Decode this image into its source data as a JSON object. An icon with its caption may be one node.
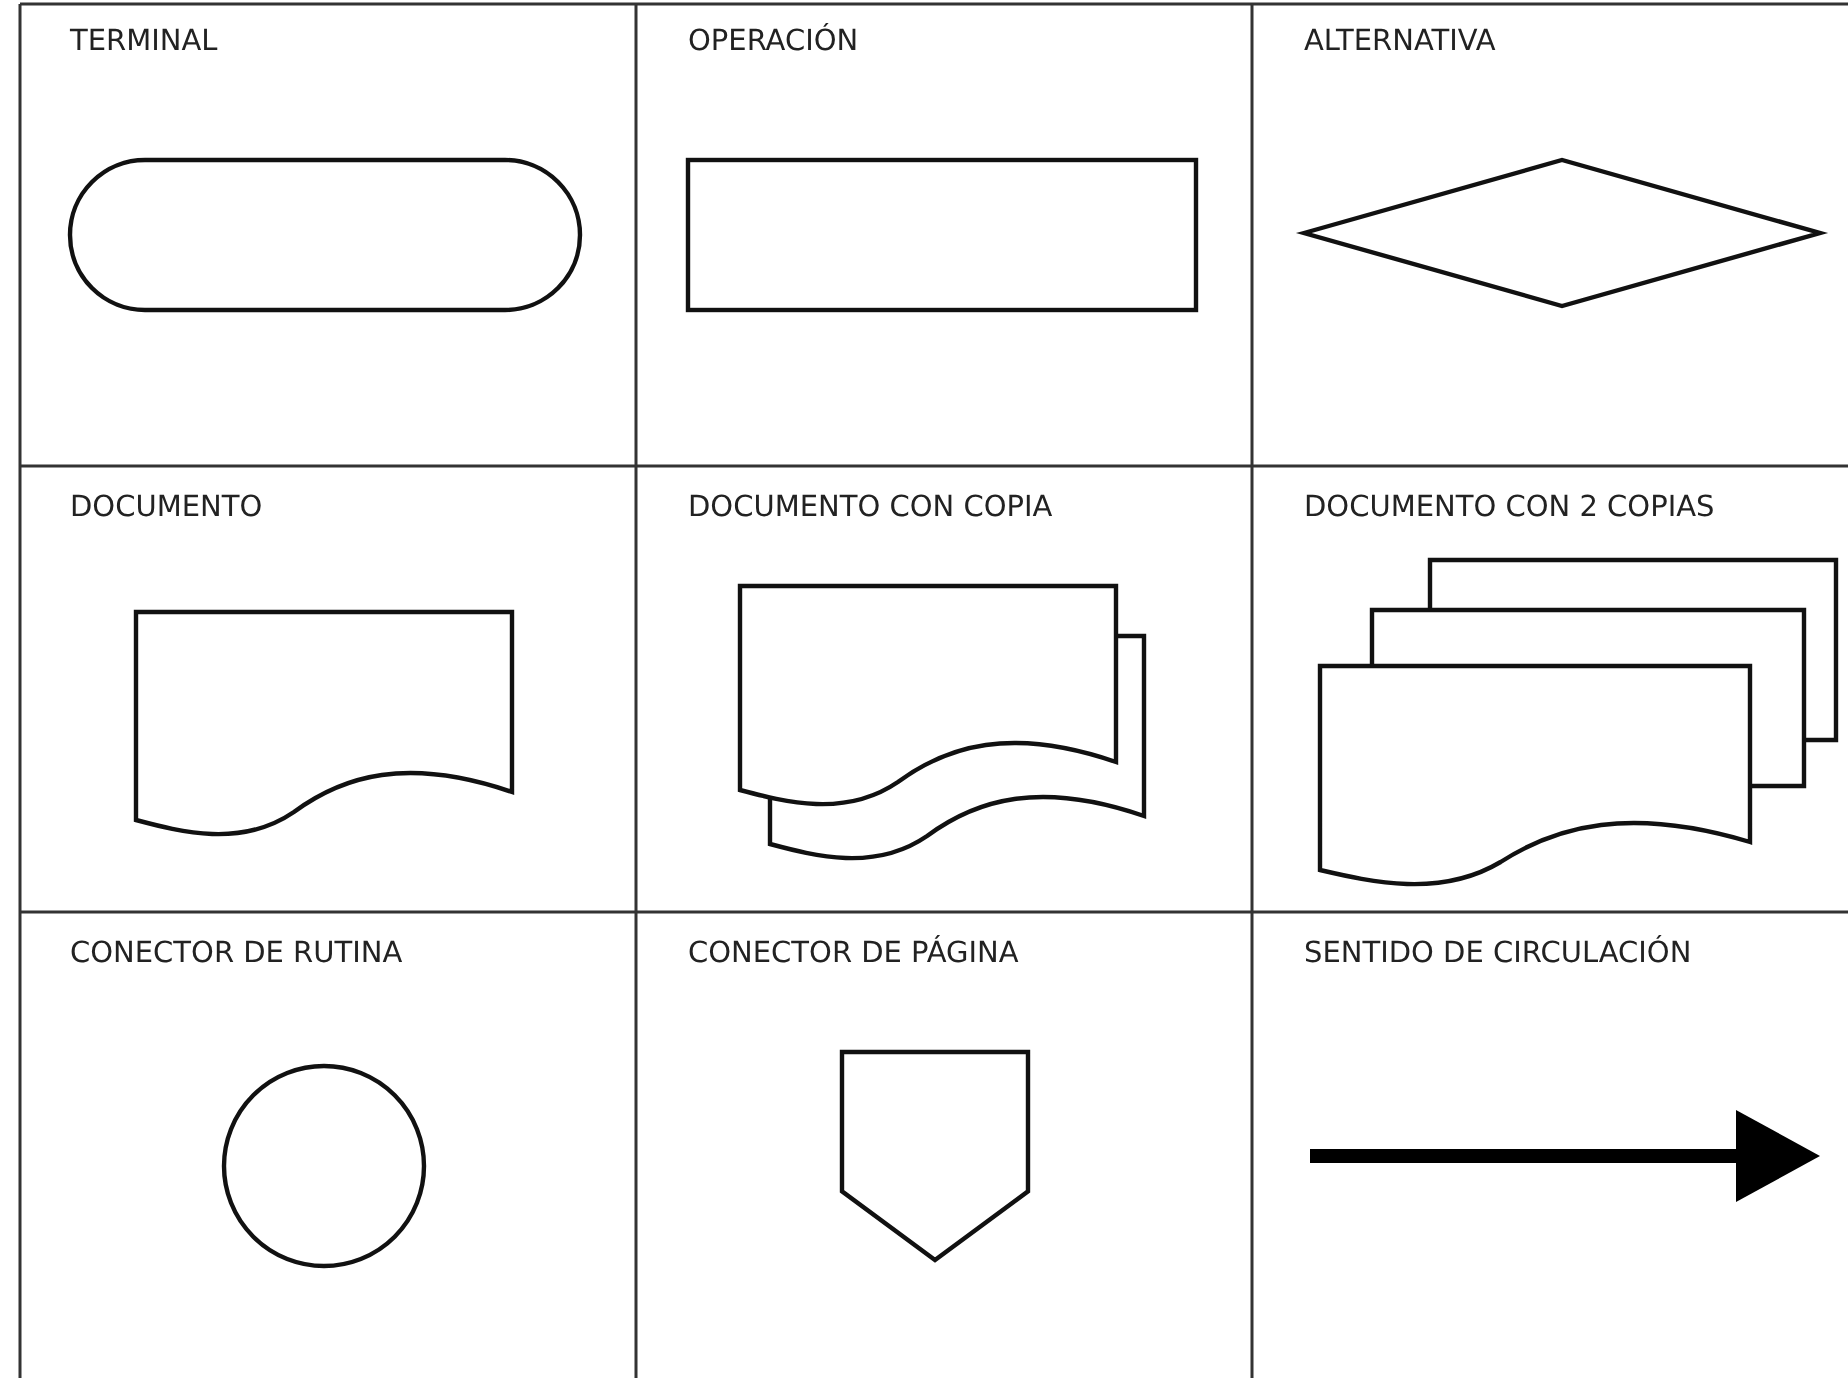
{
  "diagram": {
    "nodes": [
      {
        "text": [],
        "shape": "stadium"
      },
      {
        "text": [],
        "shape": "box"
      },
      {
        "text": [],
        "shape": "diamond"
      },
      {
        "text": [],
        "shape": "document"
      },
      {
        "text": [],
        "shape": "documents"
      },
      {
        "text": [],
        "shape": "documents"
      },
      {
        "text": [],
        "shape": "circle"
      },
      {
        "text": [],
        "shape": "pentagon"
      }
    ],
    "labels": [
      "TERMINAL",
      "OPERACIÓN",
      "ALTERNATIVA",
      "DOCUMENTO",
      "DOCUMENTO CON COPIA",
      "DOCUMENTO CON 2 COPIAS",
      "CONECTOR DE RUTINA",
      "CONECTOR DE PÁGINA",
      "SENTIDO DE CIRCULACIÓN"
    ]
  }
}
